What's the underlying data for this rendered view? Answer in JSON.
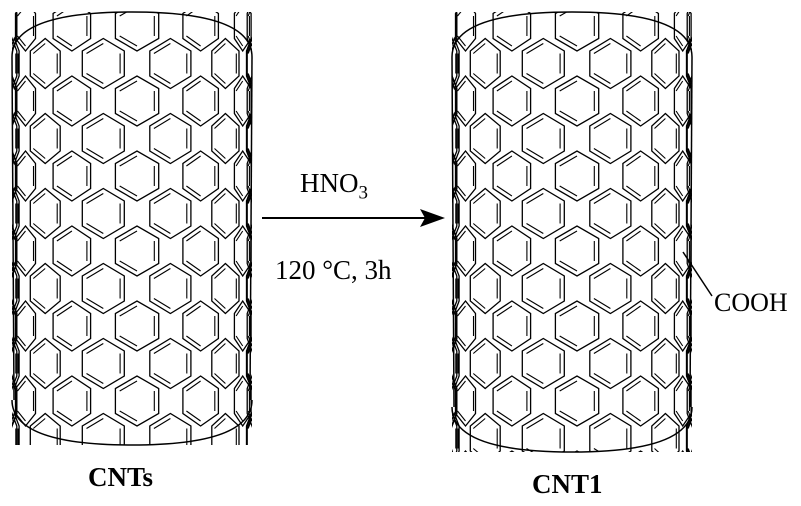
{
  "reaction": {
    "reagent": "HNO",
    "reagent_subscript": "3",
    "conditions": "120 °C, 3h"
  },
  "reactant": {
    "label": "CNTs"
  },
  "product": {
    "label": "CNT1",
    "substituent": "COOH"
  },
  "colors": {
    "ink": "#000000",
    "background": "#ffffff"
  }
}
